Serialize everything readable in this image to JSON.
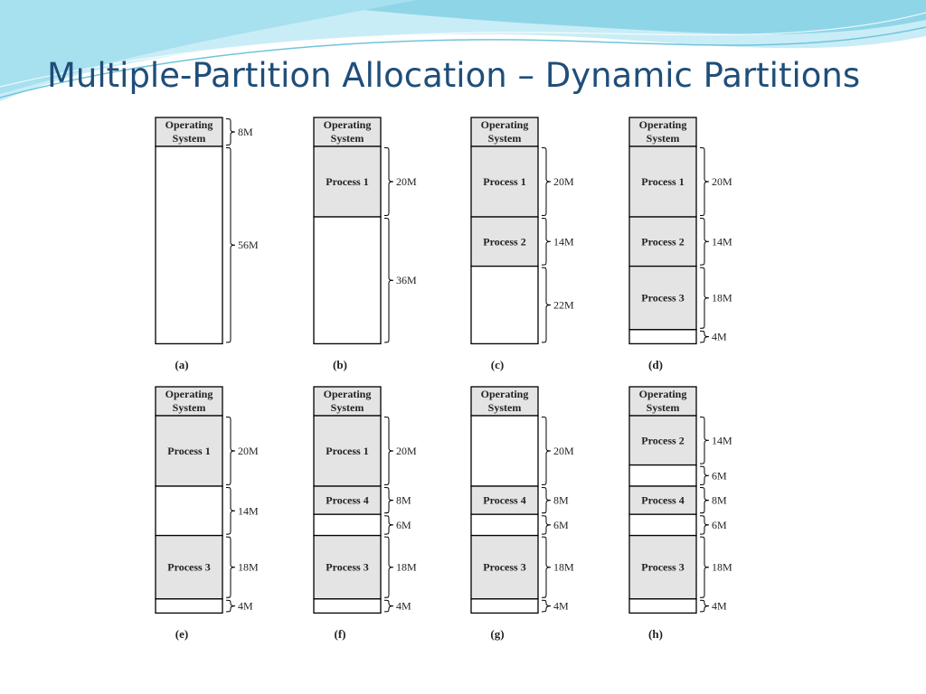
{
  "slide": {
    "title": "Multiple-Partition Allocation – Dynamic Partitions"
  },
  "colors": {
    "title": "#1f4e79",
    "filled_block": "#e4e4e4",
    "free_block": "#ffffff",
    "border": "#000000",
    "wave_light": "#c6ecf5",
    "wave_mid": "#86d1e6"
  },
  "diagram": {
    "os_label_line1": "Operating",
    "os_label_line2": "System",
    "panels": [
      {
        "label": "(a)",
        "blocks": [
          {
            "name": "Operating System",
            "size": "8M",
            "type": "os"
          },
          {
            "name": "",
            "size": "56M",
            "type": "free"
          }
        ]
      },
      {
        "label": "(b)",
        "blocks": [
          {
            "name": "Operating System",
            "size": "",
            "type": "os"
          },
          {
            "name": "Process 1",
            "size": "20M",
            "type": "proc"
          },
          {
            "name": "",
            "size": "36M",
            "type": "free"
          }
        ]
      },
      {
        "label": "(c)",
        "blocks": [
          {
            "name": "Operating System",
            "size": "",
            "type": "os"
          },
          {
            "name": "Process 1",
            "size": "20M",
            "type": "proc"
          },
          {
            "name": "Process 2",
            "size": "14M",
            "type": "proc"
          },
          {
            "name": "",
            "size": "22M",
            "type": "free"
          }
        ]
      },
      {
        "label": "(d)",
        "blocks": [
          {
            "name": "Operating System",
            "size": "",
            "type": "os"
          },
          {
            "name": "Process 1",
            "size": "20M",
            "type": "proc"
          },
          {
            "name": "Process 2",
            "size": "14M",
            "type": "proc"
          },
          {
            "name": "Process 3",
            "size": "18M",
            "type": "proc"
          },
          {
            "name": "",
            "size": "4M",
            "type": "free"
          }
        ]
      },
      {
        "label": "(e)",
        "blocks": [
          {
            "name": "Operating System",
            "size": "",
            "type": "os"
          },
          {
            "name": "Process 1",
            "size": "20M",
            "type": "proc"
          },
          {
            "name": "",
            "size": "14M",
            "type": "free"
          },
          {
            "name": "Process 3",
            "size": "18M",
            "type": "proc"
          },
          {
            "name": "",
            "size": "4M",
            "type": "free"
          }
        ]
      },
      {
        "label": "(f)",
        "blocks": [
          {
            "name": "Operating System",
            "size": "",
            "type": "os"
          },
          {
            "name": "Process 1",
            "size": "20M",
            "type": "proc"
          },
          {
            "name": "Process 4",
            "size": "8M",
            "type": "proc"
          },
          {
            "name": "",
            "size": "6M",
            "type": "free"
          },
          {
            "name": "Process 3",
            "size": "18M",
            "type": "proc"
          },
          {
            "name": "",
            "size": "4M",
            "type": "free"
          }
        ]
      },
      {
        "label": "(g)",
        "blocks": [
          {
            "name": "Operating System",
            "size": "",
            "type": "os"
          },
          {
            "name": "",
            "size": "20M",
            "type": "free"
          },
          {
            "name": "Process 4",
            "size": "8M",
            "type": "proc"
          },
          {
            "name": "",
            "size": "6M",
            "type": "free"
          },
          {
            "name": "Process 3",
            "size": "18M",
            "type": "proc"
          },
          {
            "name": "",
            "size": "4M",
            "type": "free"
          }
        ]
      },
      {
        "label": "(h)",
        "blocks": [
          {
            "name": "Operating System",
            "size": "",
            "type": "os"
          },
          {
            "name": "Process 2",
            "size": "14M",
            "type": "proc"
          },
          {
            "name": "",
            "size": "6M",
            "type": "free"
          },
          {
            "name": "Process 4",
            "size": "8M",
            "type": "proc"
          },
          {
            "name": "",
            "size": "6M",
            "type": "free"
          },
          {
            "name": "Process 3",
            "size": "18M",
            "type": "proc"
          },
          {
            "name": "",
            "size": "4M",
            "type": "free"
          }
        ]
      }
    ]
  }
}
